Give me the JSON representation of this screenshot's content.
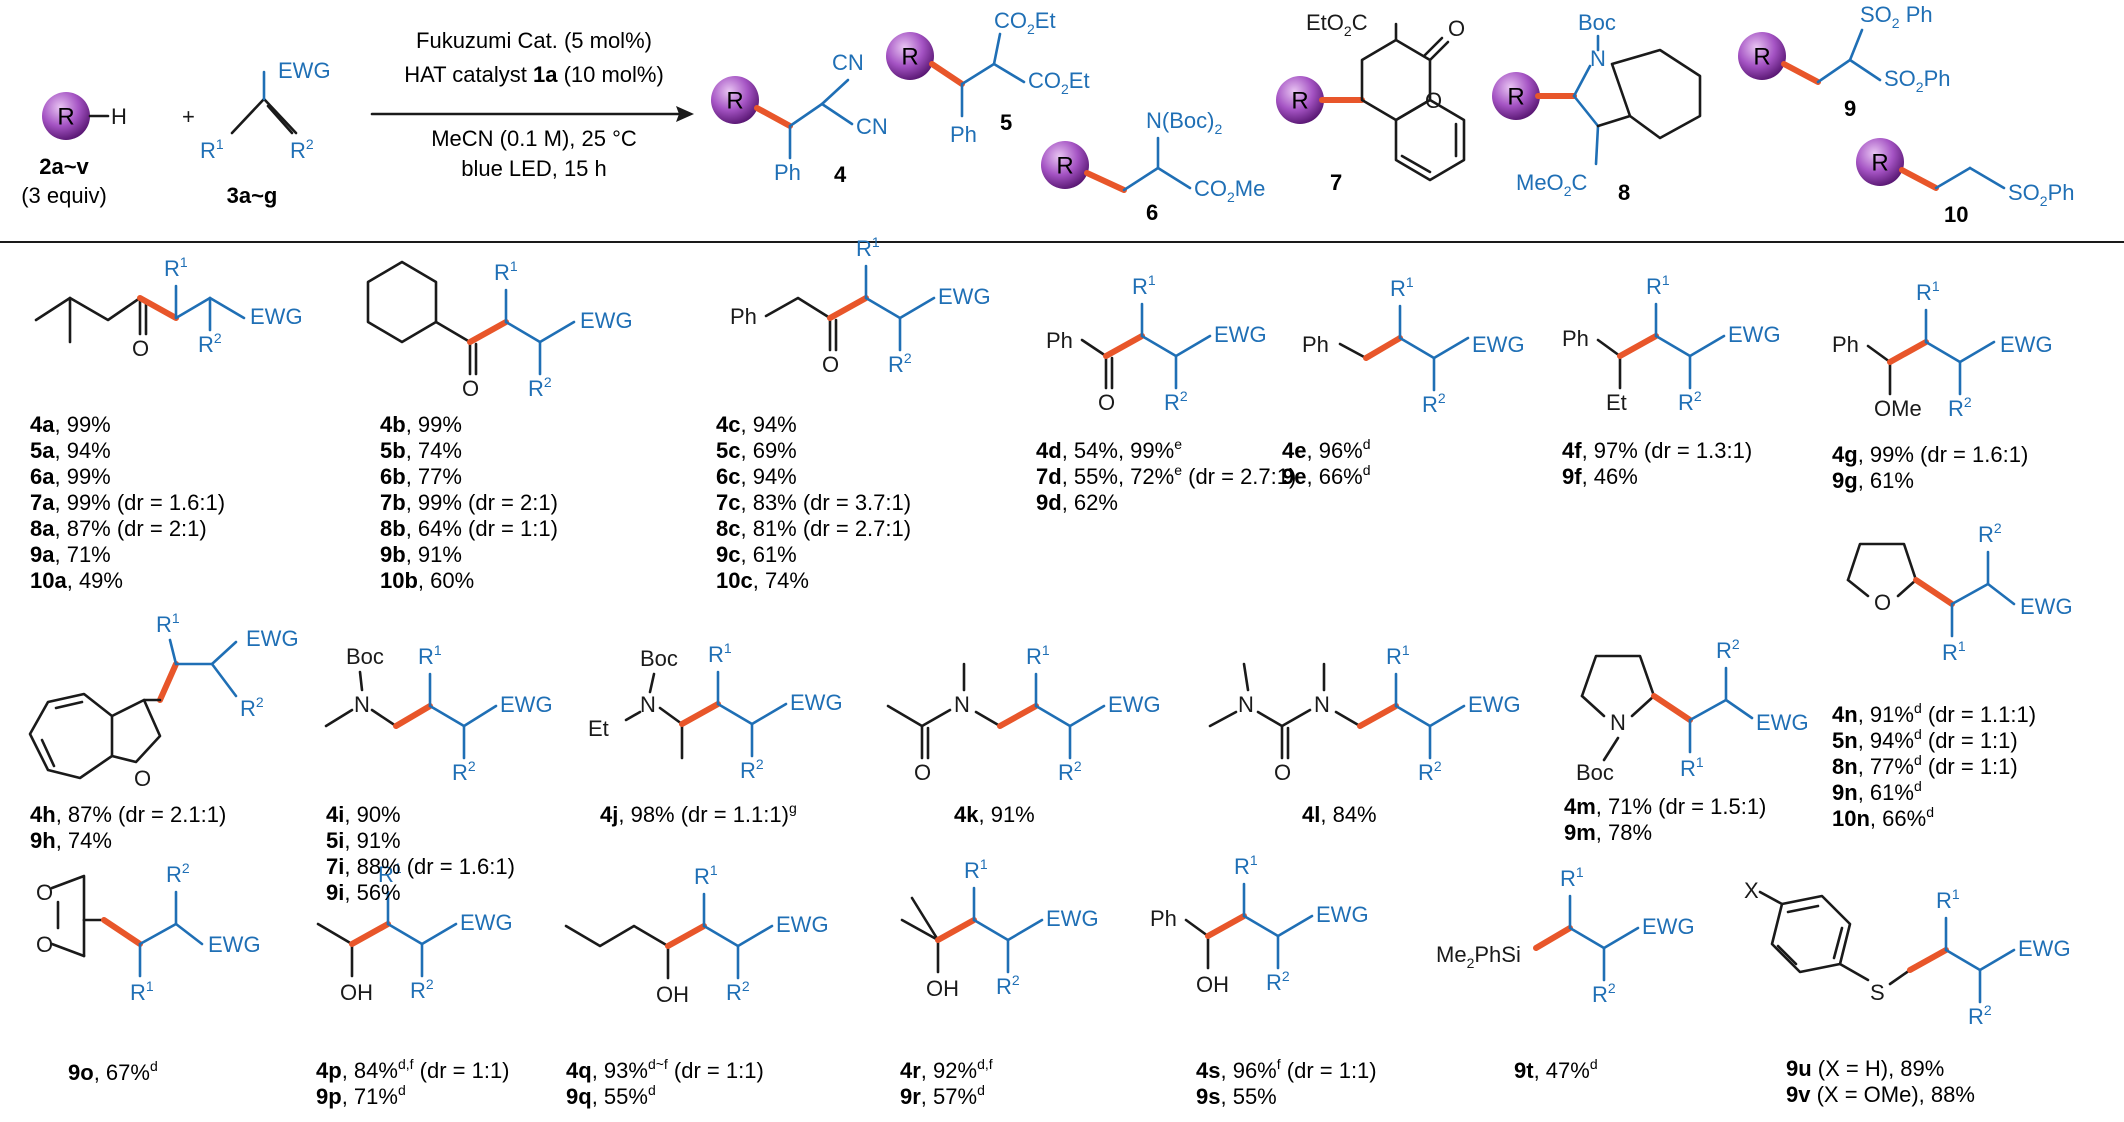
{
  "header": {
    "reagents": {
      "r_h_label": "R",
      "h_label": "H",
      "plus": "+",
      "substrate_code": "2a~v",
      "substrate_equiv": "(3 equiv)",
      "ewg": "EWG",
      "r1": "R",
      "r2": "R",
      "sup1": "1",
      "sup2": "2",
      "alkene_code": "3a~g"
    },
    "conditions": {
      "cat1": "Fukuzumi Cat. (5 mol%)",
      "cat2_pre": "HAT catalyst ",
      "cat2_bold": "1a",
      "cat2_post": " (10 mol%)",
      "solvent": "MeCN (0.1 M), 25 °C",
      "light": "blue LED, 15 h"
    },
    "products": [
      {
        "code": "4"
      },
      {
        "code": "5"
      },
      {
        "code": "6"
      },
      {
        "code": "7"
      },
      {
        "code": "8"
      },
      {
        "code": "9"
      },
      {
        "code": "10"
      }
    ],
    "labels": {
      "cn": "CN",
      "ph": "Ph",
      "co2et": "CO",
      "et": "Et",
      "sub2": "2",
      "nboc2": "N(Boc)",
      "co2me": "CO",
      "me": "Me",
      "boc": "Boc",
      "n": "N",
      "meo2c_pre": "MeO",
      "meo2c_post": "C",
      "etoc_pre": "EtO",
      "etoc_post": "C",
      "o": "O",
      "so2ph_pre": "SO",
      "so2ph_post": " Ph",
      "so2ph_post2": "Ph"
    }
  },
  "substrates": [
    {
      "id": "a",
      "results": [
        {
          "code": "4a",
          "text": ", 99%"
        },
        {
          "code": "5a",
          "text": ", 94%"
        },
        {
          "code": "6a",
          "text": ", 99%"
        },
        {
          "code": "7a",
          "text": ", 99% (dr = 1.6:1)"
        },
        {
          "code": "8a",
          "text": ", 87% (dr = 2:1)"
        },
        {
          "code": "9a",
          "text": ", 71%"
        },
        {
          "code": "10a",
          "text": ", 49%"
        }
      ]
    },
    {
      "id": "b",
      "results": [
        {
          "code": "4b",
          "text": ", 99%"
        },
        {
          "code": "5b",
          "text": ", 74%"
        },
        {
          "code": "6b",
          "text": ", 77%"
        },
        {
          "code": "7b",
          "text": ", 99% (dr = 2:1)"
        },
        {
          "code": "8b",
          "text": ", 64% (dr = 1:1)"
        },
        {
          "code": "9b",
          "text": ", 91%"
        },
        {
          "code": "10b",
          "text": ", 60%"
        }
      ]
    },
    {
      "id": "c",
      "results": [
        {
          "code": "4c",
          "text": ", 94%"
        },
        {
          "code": "5c",
          "text": ", 69%"
        },
        {
          "code": "6c",
          "text": ", 94%"
        },
        {
          "code": "7c",
          "text": ", 83% (dr = 3.7:1)"
        },
        {
          "code": "8c",
          "text": ", 81% (dr = 2.7:1)"
        },
        {
          "code": "9c",
          "text": ", 61%"
        },
        {
          "code": "10c",
          "text": ", 74%"
        }
      ]
    },
    {
      "id": "d",
      "results": [
        {
          "code": "4d",
          "text": ", 54%, 99%",
          "sup": "e"
        },
        {
          "code": "7d",
          "text": ", 55%, 72%",
          "sup": "e",
          "tail": " (dr = 2.7:1)"
        },
        {
          "code": "9d",
          "text": ", 62%"
        }
      ]
    },
    {
      "id": "e",
      "results": [
        {
          "code": "4e",
          "text": ", 96%",
          "sup": "d"
        },
        {
          "code": "9e",
          "text": ", 66%",
          "sup": "d"
        }
      ]
    },
    {
      "id": "f",
      "results": [
        {
          "code": "4f",
          "text": ", 97% (dr = 1.3:1)"
        },
        {
          "code": "9f",
          "text": ", 46%"
        }
      ]
    },
    {
      "id": "g",
      "results": [
        {
          "code": "4g",
          "text": ", 99% (dr = 1.6:1)"
        },
        {
          "code": "9g",
          "text": ", 61%"
        }
      ]
    },
    {
      "id": "h",
      "results": [
        {
          "code": "4h",
          "text": ", 87% (dr = 2.1:1)"
        },
        {
          "code": "9h",
          "text": ", 74%"
        }
      ]
    },
    {
      "id": "i",
      "results": [
        {
          "code": "4i",
          "text": ", 90%"
        },
        {
          "code": "5i",
          "text": ", 91%"
        },
        {
          "code": "7i",
          "text": ", 88% (dr = 1.6:1)"
        },
        {
          "code": "9i",
          "text": ", 56%"
        }
      ]
    },
    {
      "id": "j",
      "results": [
        {
          "code": "4j",
          "text": ", 98% (dr = 1.1:1)",
          "sup": "g"
        }
      ]
    },
    {
      "id": "k",
      "results": [
        {
          "code": "4k",
          "text": ", 91%"
        }
      ]
    },
    {
      "id": "l",
      "results": [
        {
          "code": "4l",
          "text": ", 84%"
        }
      ]
    },
    {
      "id": "m",
      "results": [
        {
          "code": "4m",
          "text": ", 71% (dr = 1.5:1)"
        },
        {
          "code": "9m",
          "text": ", 78%"
        }
      ]
    },
    {
      "id": "n",
      "results": [
        {
          "code": "4n",
          "text": ", 91%",
          "sup": "d",
          "tail": " (dr = 1.1:1)"
        },
        {
          "code": "5n",
          "text": ", 94%",
          "sup": "d",
          "tail": " (dr = 1:1)"
        },
        {
          "code": "8n",
          "text": ", 77%",
          "sup": "d",
          "tail": " (dr = 1:1)"
        },
        {
          "code": "9n",
          "text": ", 61%",
          "sup": "d"
        },
        {
          "code": "10n",
          "text": ", 66%",
          "sup": "d"
        }
      ]
    },
    {
      "id": "o",
      "results": [
        {
          "code": "9o",
          "text": ", 67%",
          "sup": "d"
        }
      ]
    },
    {
      "id": "p",
      "results": [
        {
          "code": "4p",
          "text": ", 84%",
          "sup": "d,f",
          "tail": " (dr = 1:1)"
        },
        {
          "code": "9p",
          "text": ", 71%",
          "sup": "d"
        }
      ]
    },
    {
      "id": "q",
      "results": [
        {
          "code": "4q",
          "text": ", 93%",
          "sup": "d~f",
          "tail": " (dr = 1:1)"
        },
        {
          "code": "9q",
          "text": ", 55%",
          "sup": "d"
        }
      ]
    },
    {
      "id": "r",
      "results": [
        {
          "code": "4r",
          "text": ", 92%",
          "sup": "d,f"
        },
        {
          "code": "9r",
          "text": ", 57%",
          "sup": "d"
        }
      ]
    },
    {
      "id": "s",
      "results": [
        {
          "code": "4s",
          "text": ", 96%",
          "sup": "f",
          "tail": " (dr = 1:1)"
        },
        {
          "code": "9s",
          "text": ", 55%"
        }
      ]
    },
    {
      "id": "t",
      "results": [
        {
          "code": "9t",
          "text": ", 47%",
          "sup": "d"
        }
      ]
    },
    {
      "id": "u",
      "results": [
        {
          "code": "9u",
          "text": " (X = H), 89%"
        },
        {
          "code": "9v",
          "text": " (X = OMe), 88%"
        }
      ]
    }
  ],
  "atom_labels": {
    "o": "O",
    "ph": "Ph",
    "et": "Et",
    "ome": "OMe",
    "oh": "OH",
    "boc": "Boc",
    "n": "N",
    "s": "S",
    "x": "X",
    "me2phsi_pre": "Me",
    "me2phsi_mid": "2",
    "me2phsi_post": "PhSi",
    "ewg": "EWG",
    "r": "R",
    "one": "1",
    "two": "2"
  },
  "colors": {
    "accent_bond": "#e8562a",
    "ewg_blue": "#1f6fb5",
    "ball_light": "#e0b0ee",
    "ball_dark": "#5a1874"
  }
}
